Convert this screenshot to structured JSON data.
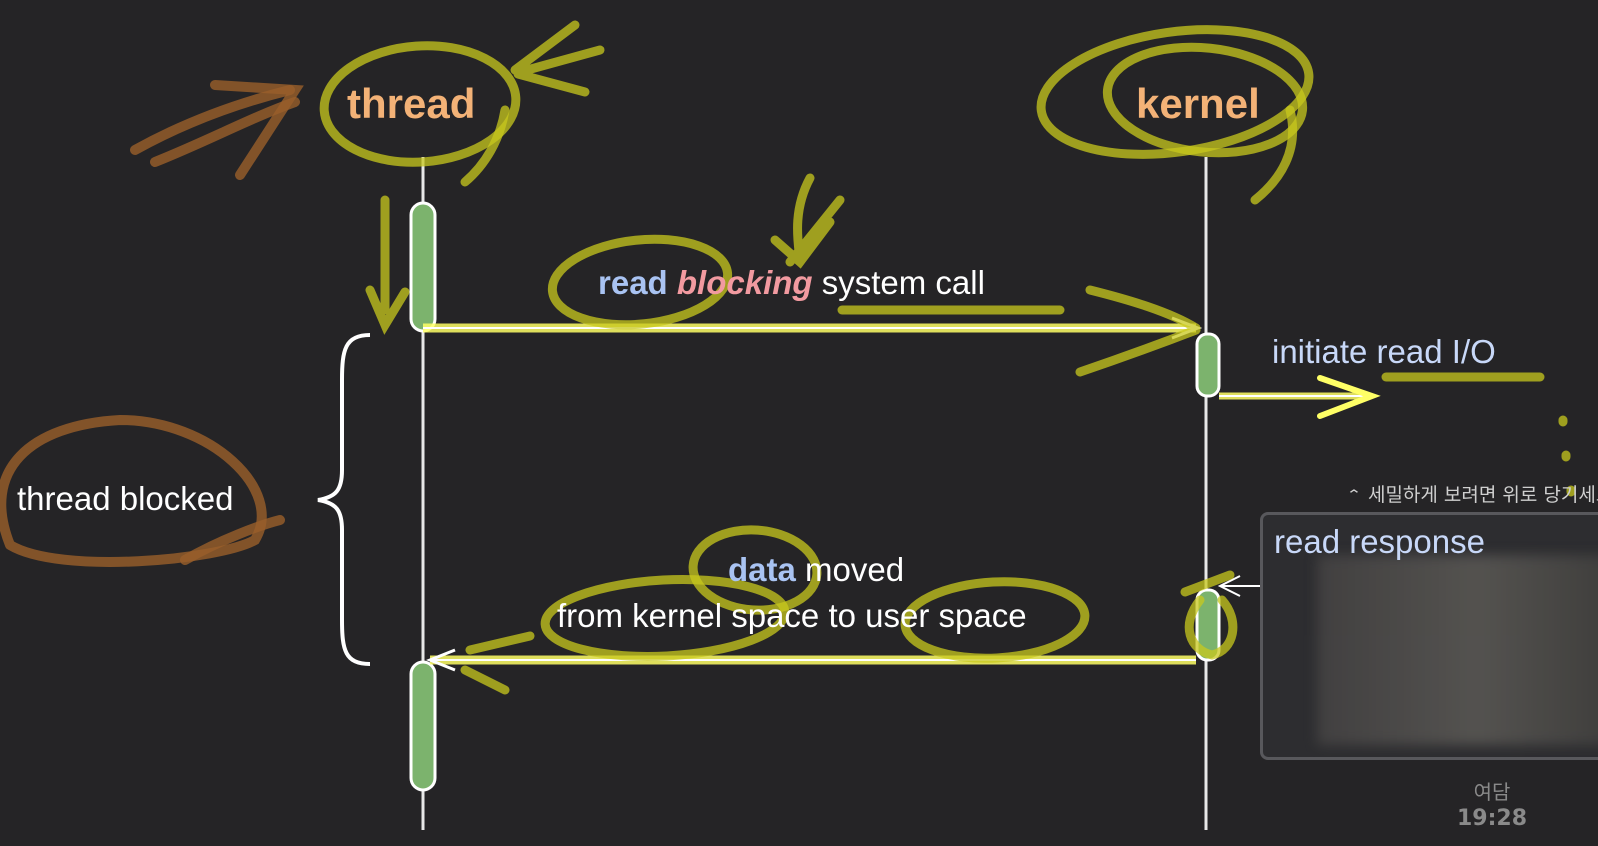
{
  "diagram": {
    "participants": {
      "thread": "thread",
      "kernel": "kernel"
    },
    "call_message": {
      "part1": "read",
      "part2": "blocking",
      "part3": "system call"
    },
    "initiate": "initiate read I/O",
    "blocked": "thread blocked",
    "response": "read response",
    "return_message": {
      "line1_bold": "data",
      "line1_rest": "moved",
      "line2": "from kernel space to user space"
    }
  },
  "overlay": {
    "hint_icon": "chevron-up-icon",
    "hint_text": "세밀하게 보려면 위로 당기세요",
    "channel_name": "여담",
    "timestamp": "19:28"
  },
  "colors": {
    "background": "#252426",
    "lifeline": "#e8e8e8",
    "activation": "#7cb36d",
    "arrow_highlight": "#ffff66",
    "marker_yellow": "#c8c81e",
    "marker_orange": "#9a5f2a",
    "heading": "#f3b277",
    "label_blue": "#a9c3f2",
    "label_pink": "#f29aa0"
  }
}
